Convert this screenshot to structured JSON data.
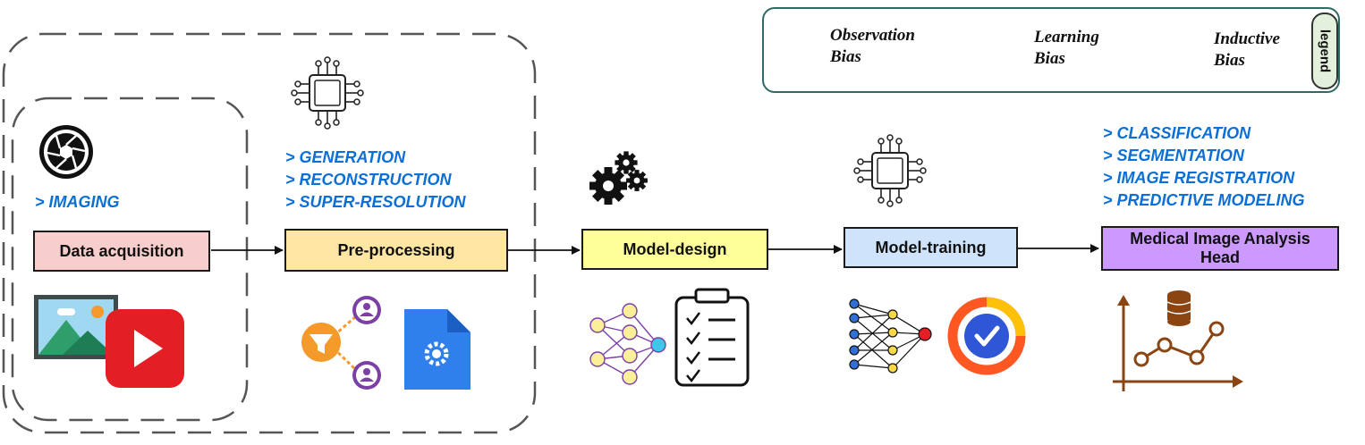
{
  "legend": {
    "tab_label": "legend",
    "items": [
      {
        "icon": "aperture-icon",
        "line1": "Observation",
        "line2": "Bias"
      },
      {
        "icon": "chip-icon",
        "line1": "Learning",
        "line2": "Bias"
      },
      {
        "icon": "gears-icon",
        "line1": "Inductive",
        "line2": "Bias"
      }
    ]
  },
  "stages": [
    {
      "label": "Data acquisition",
      "bias": "observation",
      "tasks": [
        "> IMAGING"
      ],
      "fill": "#f8cecc"
    },
    {
      "label": "Pre-processing",
      "bias": "learning",
      "tasks": [
        "> GENERATION",
        "> RECONSTRUCTION",
        "> SUPER-RESOLUTION"
      ],
      "fill": "#ffe6a3"
    },
    {
      "label": "Model-design",
      "bias": "inductive",
      "tasks": [],
      "fill": "#ffff99"
    },
    {
      "label": "Model-training",
      "bias": "learning",
      "tasks": [],
      "fill": "#cfe3fb"
    },
    {
      "label_line1": "Medical Image Analysis",
      "label_line2": "Head",
      "bias": "none",
      "tasks": [
        "> CLASSIFICATION",
        "> SEGMENTATION",
        "> IMAGE REGISTRATION",
        "> PREDICTIVE MODELING"
      ],
      "fill": "#cc99ff"
    }
  ],
  "colors": {
    "task_text": "#0b6fd6",
    "legend_border": "#2f6a66",
    "legend_tab": "#e3f1dc",
    "dashed_border": "#555555"
  }
}
